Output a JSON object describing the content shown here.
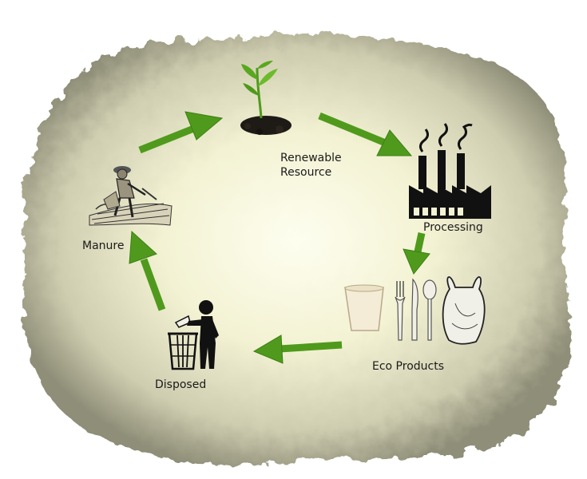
{
  "colors": {
    "arrow": "#4f9a1c",
    "background_center": "#fbfbe6",
    "background_edge": "#9a9a80",
    "ink": "#111111"
  },
  "stages": [
    {
      "id": "renewable",
      "label_line1": "Renewable",
      "label_line2": "Resource",
      "icon": "seedling-in-soil-icon"
    },
    {
      "id": "processing",
      "label": "Processing",
      "icon": "factory-icon"
    },
    {
      "id": "eco-products",
      "label": "Eco Products",
      "icon": "cup-cutlery-bag-icon"
    },
    {
      "id": "disposed",
      "label": "Disposed",
      "icon": "person-trash-bin-icon"
    },
    {
      "id": "manure",
      "label": "Manure",
      "icon": "farmer-working-soil-icon"
    }
  ]
}
